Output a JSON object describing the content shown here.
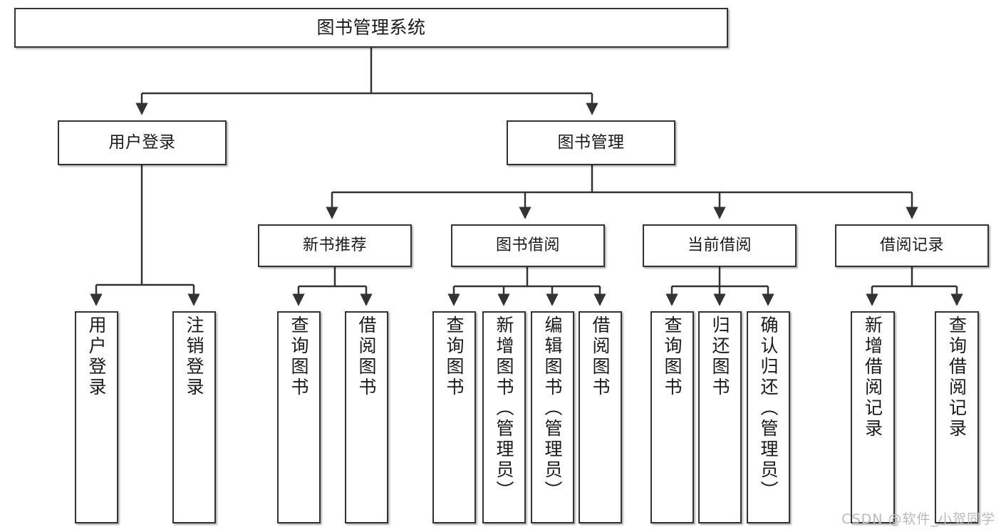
{
  "diagram": {
    "title": "图书管理系统",
    "watermark": "CSDN @软件_小贺同学",
    "colors": {
      "box_border": "#333333",
      "box_fill": "#ffffff",
      "edge": "#333333",
      "text": "#1a1a1a",
      "watermark": "#b9b9b9",
      "background": "#ffffff"
    },
    "root": {
      "label": "图书管理系统"
    },
    "level1": [
      {
        "id": "user-login",
        "label": "用户登录"
      },
      {
        "id": "book-manage",
        "label": "图书管理"
      }
    ],
    "level2": [
      {
        "id": "new-book-rec",
        "label": "新书推荐",
        "parent": "book-manage"
      },
      {
        "id": "book-borrow",
        "label": "图书借阅",
        "parent": "book-manage"
      },
      {
        "id": "current-borrow",
        "label": "当前借阅",
        "parent": "book-manage"
      },
      {
        "id": "borrow-record",
        "label": "借阅记录",
        "parent": "book-manage"
      }
    ],
    "leaves": [
      {
        "id": "leaf-user-login",
        "label": "用户登录",
        "parent": "user-login"
      },
      {
        "id": "leaf-user-logout",
        "label": "注销登录",
        "parent": "user-login"
      },
      {
        "id": "leaf-query-book-1",
        "label": "查询图书",
        "parent": "new-book-rec"
      },
      {
        "id": "leaf-borrow-book-1",
        "label": "借阅图书",
        "parent": "new-book-rec"
      },
      {
        "id": "leaf-query-book-2",
        "label": "查询图书",
        "parent": "book-borrow"
      },
      {
        "id": "leaf-add-book",
        "label": "新增图书（管理员）",
        "parent": "book-borrow"
      },
      {
        "id": "leaf-edit-book",
        "label": "编辑图书（管理员）",
        "parent": "book-borrow"
      },
      {
        "id": "leaf-borrow-book-2",
        "label": "借阅图书",
        "parent": "book-borrow"
      },
      {
        "id": "leaf-query-book-3",
        "label": "查询图书",
        "parent": "current-borrow"
      },
      {
        "id": "leaf-return-book",
        "label": "归还图书",
        "parent": "current-borrow"
      },
      {
        "id": "leaf-confirm-return",
        "label": "确认归还（管理员）",
        "parent": "current-borrow"
      },
      {
        "id": "leaf-add-record",
        "label": "新增借阅记录",
        "parent": "borrow-record"
      },
      {
        "id": "leaf-query-record",
        "label": "查询借阅记录",
        "parent": "borrow-record"
      }
    ]
  }
}
